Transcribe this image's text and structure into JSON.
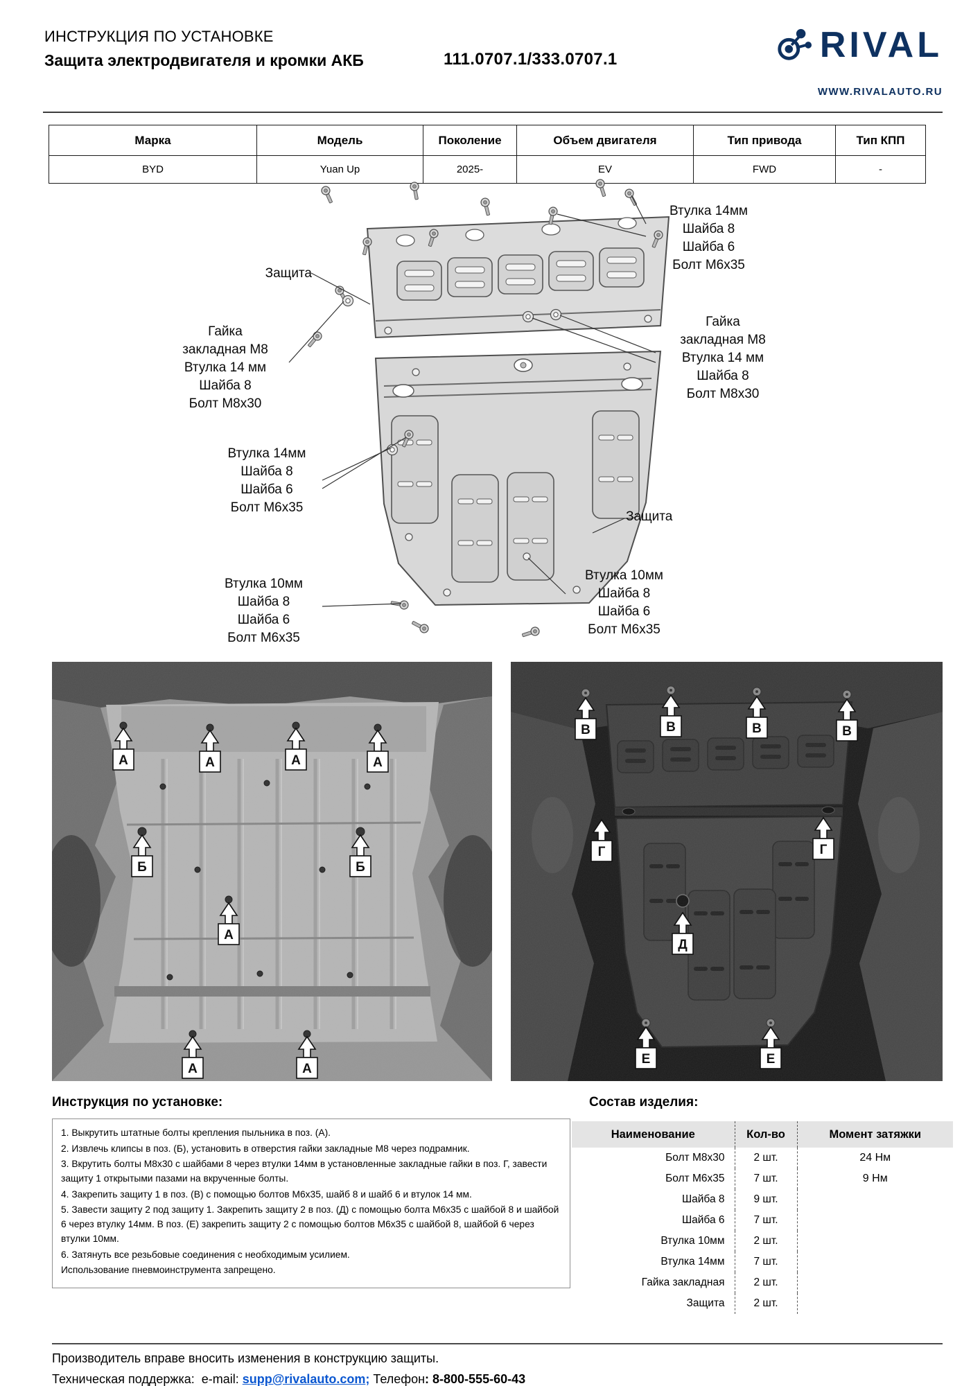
{
  "header": {
    "title": "ИНСТРУКЦИЯ ПО УСТАНОВКЕ",
    "subtitle": "Защита электродвигателя и кромки АКБ",
    "part_number": "111.0707.1/333.0707.1",
    "brand": "RIVAL",
    "website": "WWW.RIVALAUTO.RU"
  },
  "spec_table": {
    "headers": [
      "Марка",
      "Модель",
      "Поколение",
      "Объем двигателя",
      "Тип привода",
      "Тип КПП"
    ],
    "row": [
      "BYD",
      "Yuan Up",
      "2025-",
      "EV",
      "FWD",
      "-"
    ]
  },
  "diagram": {
    "callouts": {
      "bolt14_top_right": "Втулка 14мм\nШайба 8\nШайба 6\nБолт М6х35",
      "shield_left": "Защита",
      "nut_left": "Гайка\nзакладная М8\nВтулка 14 мм\nШайба 8\nБолт М8х30",
      "nut_right": "Гайка\nзакладная М8\nВтулка 14 мм\nШайба 8\nБолт М8х30",
      "bolt14_left": "Втулка 14мм\nШайба 8\nШайба 6\nБолт М6х35",
      "shield_right": "Защита",
      "bolt10_left": "Втулка 10мм\nШайба 8\nШайба 6\nБолт М6х35",
      "bolt10_right": "Втулка 10мм\nШайба 8\nШайба 6\nБолт М6х35"
    }
  },
  "photos": {
    "left": {
      "markers": [
        "А",
        "А",
        "А",
        "А",
        "Б",
        "Б",
        "А",
        "А",
        "А"
      ]
    },
    "right": {
      "markers": [
        "В",
        "В",
        "В",
        "В",
        "Г",
        "Г",
        "Д",
        "Е",
        "Е"
      ]
    }
  },
  "instructions": {
    "title": "Инструкция по установке:",
    "steps": [
      "1. Выкрутить штатные болты крепления пыльника в поз. (А).",
      "2. Извлечь клипсы в поз. (Б), установить в отверстия гайки закладные М8 через подрамник.",
      "3. Вкрутить болты М8х30 с шайбами 8 через втулки 14мм в установленные закладные гайки в поз. Г, завести защиту 1 открытыми пазами на вкрученные болты.",
      "4. Закрепить защиту 1 в поз. (В) с помощью болтов М6х35, шайб 8 и шайб 6 и втулок 14 мм.",
      "5. Завести защиту 2 под защиту 1. Закрепить защиту 2 в поз. (Д) с помощью болта М6х35 с шайбой 8 и шайбой 6 через втулку 14мм. В поз. (Е) закрепить защиту 2 с помощью болтов М6х35 с шайбой 8, шайбой 6 через втулки 10мм.",
      "6. Затянуть все резьбовые соединения с необходимым усилием.",
      "Использование пневмоинструмента запрещено."
    ]
  },
  "parts": {
    "title": "Состав изделия:",
    "headers": [
      "Наименование",
      "Кол-во",
      "Момент затяжки"
    ],
    "rows": [
      [
        "Болт М8х30",
        "2 шт.",
        "24 Нм"
      ],
      [
        "Болт М6х35",
        "7 шт.",
        "9 Нм"
      ],
      [
        "Шайба 8",
        "9 шт.",
        ""
      ],
      [
        "Шайба 6",
        "7 шт.",
        ""
      ],
      [
        "Втулка 10мм",
        "2 шт.",
        ""
      ],
      [
        "Втулка 14мм",
        "7 шт.",
        ""
      ],
      [
        "Гайка закладная",
        "2 шт.",
        ""
      ],
      [
        "Защита",
        "2 шт.",
        ""
      ]
    ]
  },
  "footer": {
    "disclaimer": "Производитель вправе вносить изменения в конструкцию защиты.",
    "support_prefix": "Техническая поддержка:  e-mail: ",
    "email": "supp@rivalauto.com",
    "separator": "; ",
    "phone_label": "Телефон",
    "phone_number": ": 8-800-555-60-43"
  },
  "colors": {
    "brand_navy": "#0e3160",
    "link_blue": "#0b57d0"
  }
}
